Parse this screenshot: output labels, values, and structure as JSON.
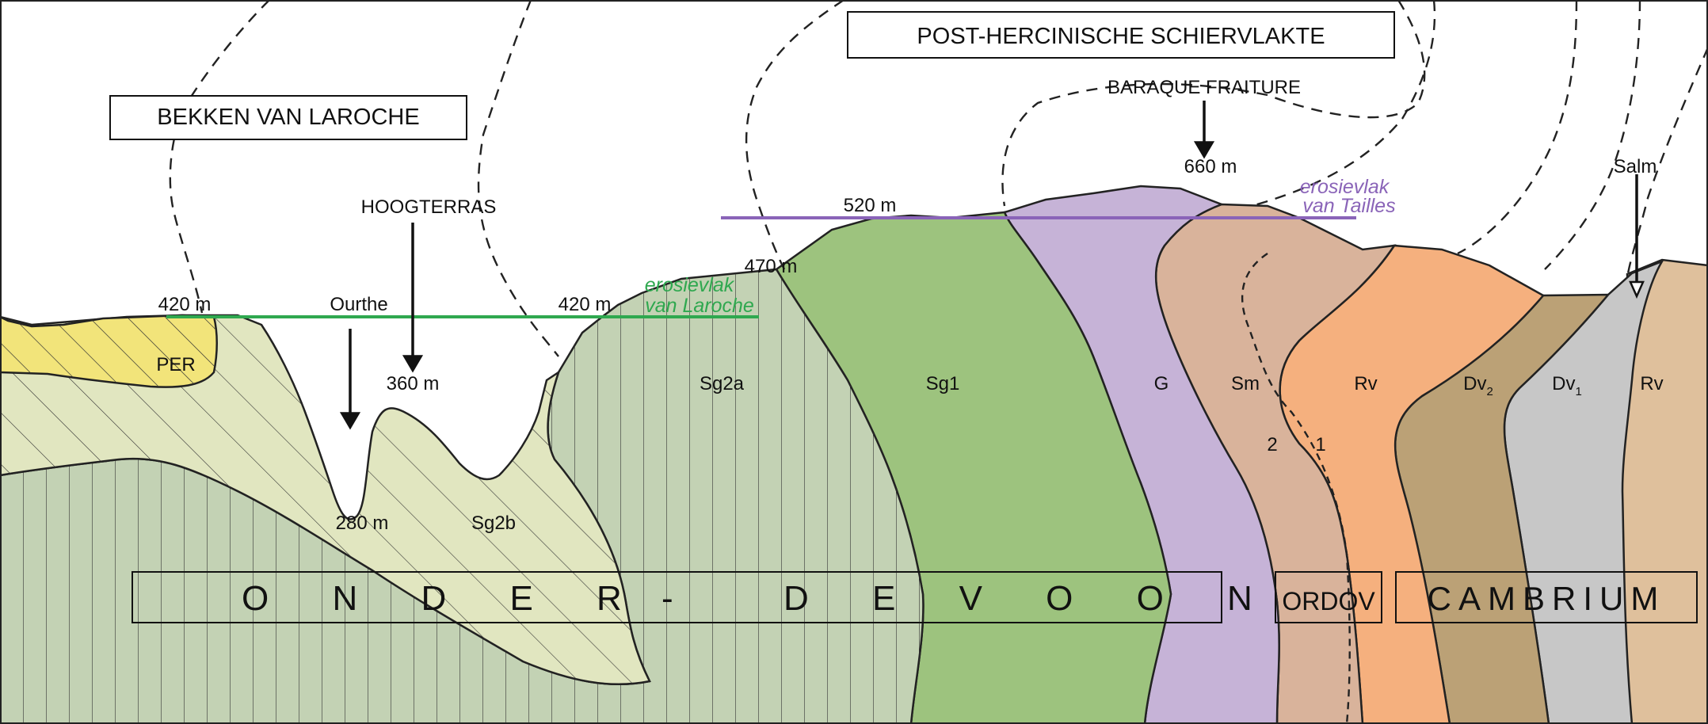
{
  "titles": {
    "bekken": "BEKKEN VAN LAROCHE",
    "schiervlakte": "POST-HERCINISCHE  SCHIERVLAKTE"
  },
  "labels": {
    "baraque": "BARAQUE FRAITURE",
    "hoogterras": "HOOGTERRAS",
    "ourthe": "Ourthe",
    "salm": "Salm"
  },
  "elevations": {
    "e660": "660 m",
    "e520": "520 m",
    "e470": "470 m",
    "e420_left": "420 m",
    "e420_mid": "420 m",
    "e360": "360 m",
    "e280": "280 m"
  },
  "surfaces": {
    "laroche_line1": "erosievlak",
    "laroche_line2": "van Laroche",
    "tailles_line1": "erosievlak",
    "tailles_line2": "van Tailles"
  },
  "units": {
    "per": "PER",
    "sg2a": "Sg2a",
    "sg2b": "Sg2b",
    "sg1": "Sg1",
    "g": "G",
    "sm": "Sm",
    "rv1": "Rv",
    "dv2_main": "Dv",
    "dv2_sub": "2",
    "dv1_main": "Dv",
    "dv1_sub": "1",
    "rv2": "Rv",
    "sm_2": "2",
    "sm_1": "1"
  },
  "eras": {
    "onder": "O N D E R",
    "dash": "-",
    "devoon": "D E V O O N",
    "ordov": "ORDOV",
    "cambrium": "CAMBRIUM"
  },
  "colors": {
    "per": "#f2e47a",
    "sg2b": "#e1e6c0",
    "sg2a": "#c3d2b4",
    "sg1": "#9dc37e",
    "g": "#c6b3d7",
    "sm": "#d9b39b",
    "rv": "#f5b07e",
    "dv2": "#bba176",
    "dv1": "#c7c7c7",
    "rv_east": "#dfc09c",
    "laroche_surface": "#2fa84f",
    "tailles_surface": "#8a64b8"
  }
}
